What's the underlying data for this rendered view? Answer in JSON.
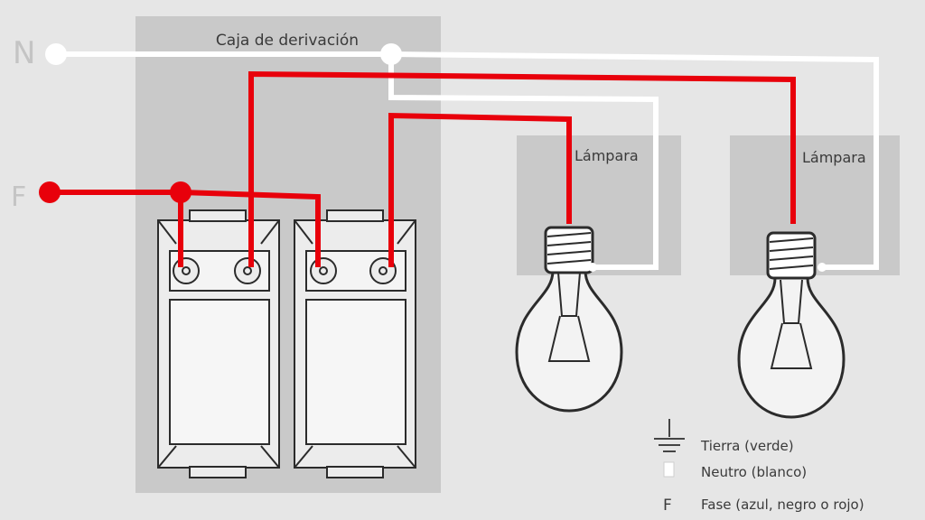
{
  "colors": {
    "background": "#e6e6e6",
    "panel": "#c9c9c9",
    "phase": "#e8000b",
    "neutral": "#ffffff",
    "outline": "#2b2b2b"
  },
  "labels": {
    "junction_box": "Caja de derivación",
    "lamp_1": "Lámpara",
    "lamp_2": "Lámpara",
    "neutral_letter": "N",
    "phase_letter": "F"
  },
  "legend": {
    "ground": "Tierra (verde)",
    "neutral": "Neutro (blanco)",
    "phase_symbol": "F",
    "phase": "Fase (azul, negro o rojo)"
  },
  "icons": {
    "ground": "ground-symbol-icon",
    "neutral": "neutral-symbol-icon",
    "lamp": "light-bulb-icon",
    "switch": "wall-switch-icon"
  }
}
